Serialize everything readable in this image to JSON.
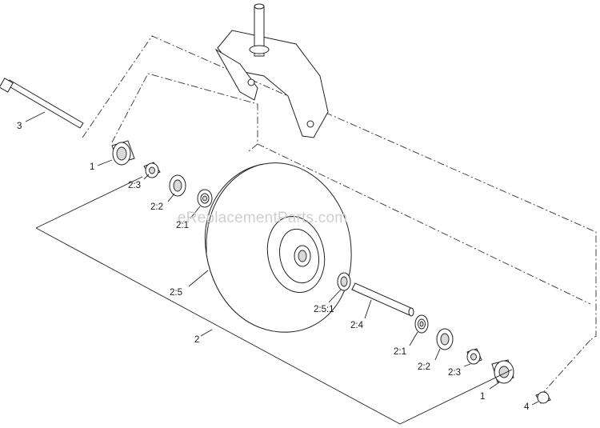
{
  "watermark": "eReplacementParts.com",
  "callouts": [
    {
      "id": "axle-bolt",
      "text": "3"
    },
    {
      "id": "spacer-left",
      "text": "1"
    },
    {
      "id": "nut-left",
      "text": "2:3"
    },
    {
      "id": "seal-left",
      "text": "2:2"
    },
    {
      "id": "bearing-left",
      "text": "2:1"
    },
    {
      "id": "tire",
      "text": "2:5"
    },
    {
      "id": "valve",
      "text": "2:5:1"
    },
    {
      "id": "spacer-tube",
      "text": "2:4"
    },
    {
      "id": "bearing-right",
      "text": "2:1"
    },
    {
      "id": "seal-right",
      "text": "2:2"
    },
    {
      "id": "nut-right",
      "text": "2:3"
    },
    {
      "id": "spacer-right",
      "text": "1"
    },
    {
      "id": "wheel-assembly",
      "text": "2"
    },
    {
      "id": "locknut",
      "text": "4"
    }
  ]
}
